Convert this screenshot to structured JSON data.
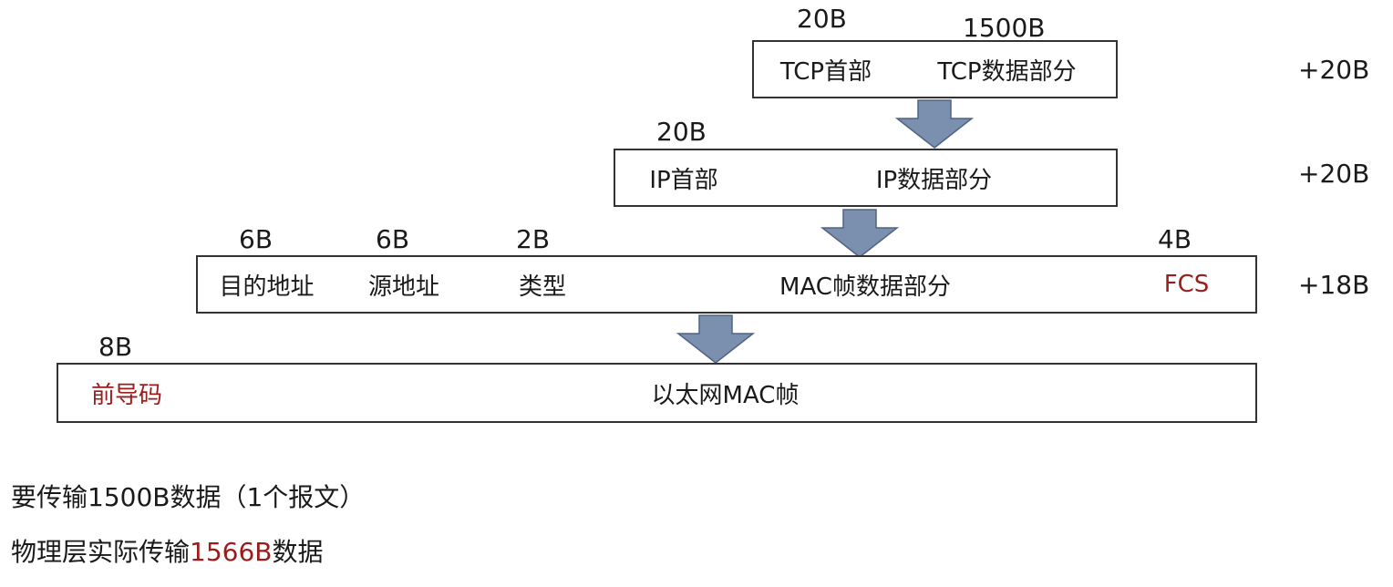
{
  "tcp": {
    "header_size": "20B",
    "data_size": "1500B",
    "header_label": "TCP首部",
    "data_label": "TCP数据部分",
    "overhead": "+20B"
  },
  "ip": {
    "header_size": "20B",
    "header_label": "IP首部",
    "data_label": "IP数据部分",
    "overhead": "+20B"
  },
  "mac": {
    "dst_size": "6B",
    "src_size": "6B",
    "type_size": "2B",
    "fcs_size": "4B",
    "dst_label": "目的地址",
    "src_label": "源地址",
    "type_label": "类型",
    "data_label": "MAC帧数据部分",
    "fcs_label": "FCS",
    "overhead": "+18B"
  },
  "phy": {
    "preamble_size": "8B",
    "preamble_label": "前导码",
    "frame_label": "以太网MAC帧"
  },
  "footer": {
    "line1": "要传输1500B数据（1个报文）",
    "line2_prefix": "物理层实际传输",
    "line2_highlight": "1566B",
    "line2_suffix": "数据"
  },
  "colors": {
    "highlight": "#9b1c1c",
    "arrow": "#7b8fae"
  }
}
